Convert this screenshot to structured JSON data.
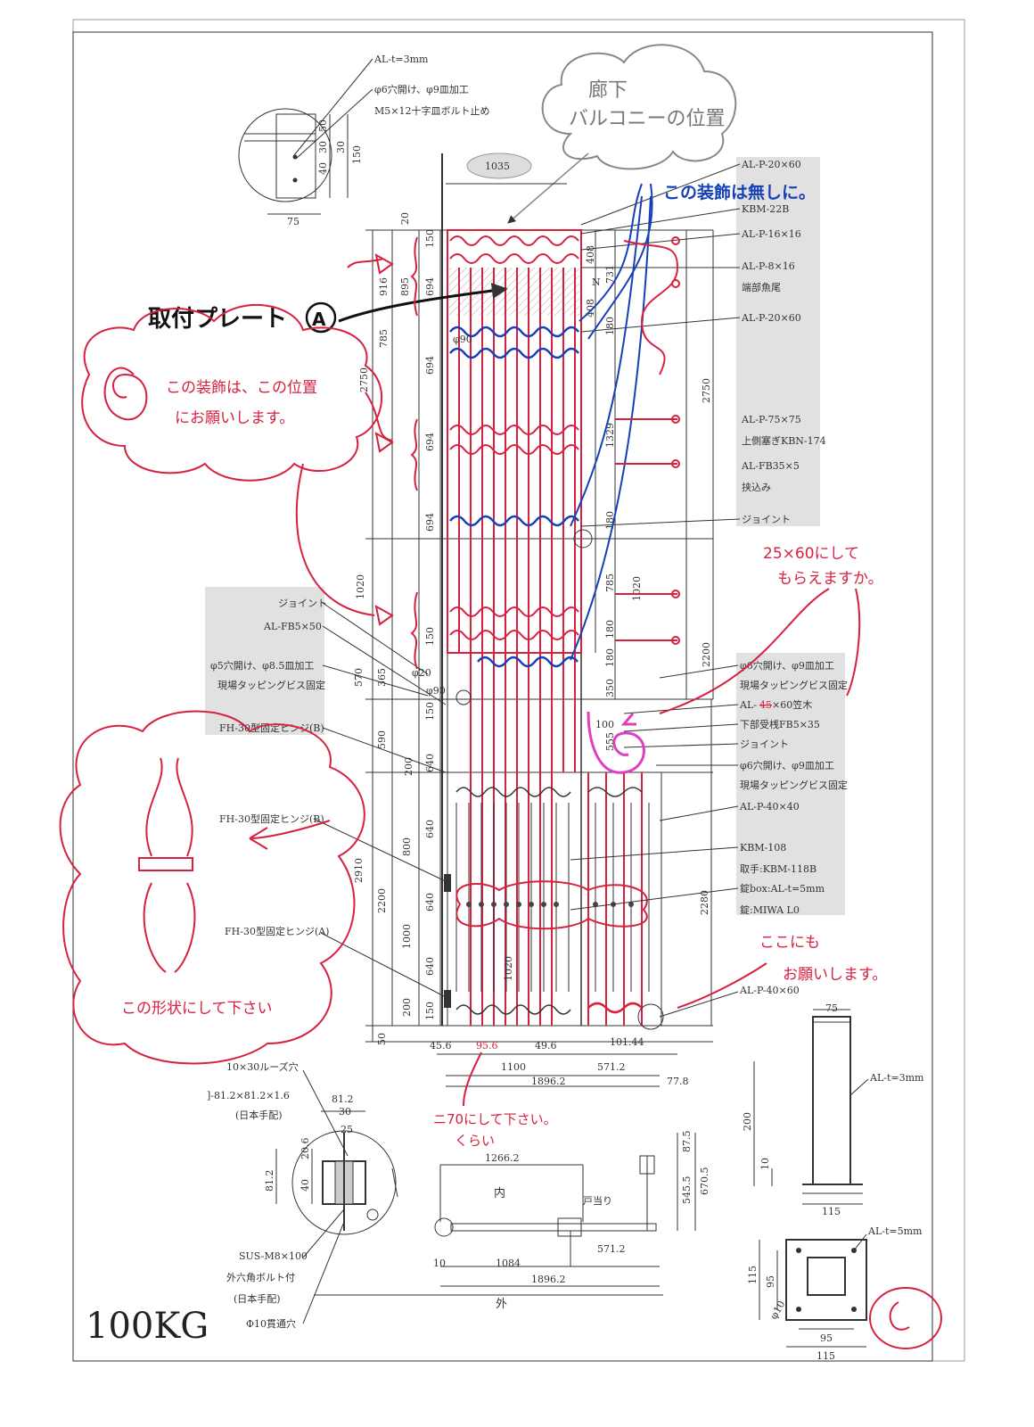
{
  "labels": {
    "top_detail": [
      "AL-t=3mm",
      "φ6穴開け、φ9皿加工",
      "M5×12十字皿ボルト止め"
    ],
    "right_top": [
      "AL-P-20×60",
      "KBM-22B",
      "AL-P-16×16",
      "AL-P-8×16",
      "端部魚尾",
      "AL-P-20×60",
      "AL-P-75×75",
      "上側塞ぎKBN-174",
      "AL-FB35×5",
      "挟込み",
      "ジョイント"
    ],
    "left_mid": [
      "ジョイント",
      "AL-FB5×50",
      "φ5穴開け、φ8.5皿加工",
      "現場タッピングビス固定",
      "FH-30型固定ヒンジ(B)"
    ],
    "right_mid": [
      "φ6穴開け、φ9皿加工",
      "現場タッピングビス固定",
      "AL-",
      "45",
      "×60笠木",
      "下部受桟FB5×35",
      "ジョイント",
      "φ6穴開け、φ9皿加工",
      "現場タッピングビス固定",
      "AL-P-40×40"
    ],
    "right_low": [
      "KBM-108",
      "取手:KBM-118B",
      "錠box:AL-t=5mm",
      "錠:MIWA L0"
    ],
    "left_low": [
      "FH-30型固定ヒンジ(B)",
      "FH-30型固定ヒンジ(A)"
    ],
    "right_bottom": "AL-P-40×60",
    "bottom_left": [
      "10×30ルーズ穴",
      "]-81.2×81.2×1.6",
      "(日本手配)",
      "SUS-M8×100",
      "外六角ボルト付",
      "(日本手配)",
      "Φ10貫通穴"
    ],
    "bottom_right": [
      "AL-t=3mm",
      "AL-t=5mm"
    ],
    "plan": [
      "内",
      "戸当り",
      "外"
    ]
  },
  "dimensions": {
    "top_detail": [
      "50",
      "30",
      "40",
      "30",
      "150",
      "75"
    ],
    "top_span": "1035",
    "left_v": [
      "20",
      "150",
      "916",
      "895",
      "694",
      "785",
      "694",
      "2750",
      "694",
      "694",
      "1020",
      "150",
      "570",
      "365",
      "φ20",
      "φ90",
      "150",
      "590",
      "640",
      "200",
      "2910",
      "640",
      "800",
      "2200",
      "640",
      "1000",
      "640",
      "200",
      "150",
      "50"
    ],
    "inner_v": [
      "408",
      "731",
      "408",
      "φ90",
      "180",
      "N",
      "1329",
      "180",
      "785",
      "1020",
      "180",
      "180",
      "350",
      "100",
      "555"
    ],
    "right_v": [
      "2750",
      "2200",
      "2280"
    ],
    "gate_inner": [
      "1020"
    ],
    "bottom_h": [
      "45.6",
      "95.6",
      "49.6",
      "101.44",
      "1100",
      "571.2",
      "1896.2",
      "77.8"
    ],
    "bottom_left_dims": [
      "81.2",
      "30",
      "25",
      "20.6",
      "81.2",
      "40"
    ],
    "plan_dims": [
      "1266.2",
      "87.5",
      "545.5",
      "670.5",
      "10",
      "1084",
      "571.2",
      "1896.2"
    ],
    "post_dims": [
      "75",
      "200",
      "10",
      "115"
    ],
    "plate_dims": [
      "115",
      "95",
      "φ10",
      "95",
      "115"
    ]
  },
  "handwritten": {
    "cloud_gray": [
      "廊下",
      "バルコニーの位置"
    ],
    "blue_note": "この装飾は無しに。",
    "black_note": "取付プレート",
    "black_note_mark": "A",
    "red_note_1": [
      "この装飾は、この位置",
      "にお願いします。"
    ],
    "red_note_2": [
      "25×60にして",
      "もらえますか。"
    ],
    "red_note_3": "この形状にして下さい",
    "red_note_4": [
      "ここにも",
      "お願いします。"
    ],
    "red_note_5": [
      "ニ70にして下さい。",
      "くらい"
    ]
  },
  "weight": "100KG",
  "colors": {
    "red": "#d8203f",
    "blue": "#1540b8",
    "gray_box": "#e1e1e1",
    "line": "#333333",
    "magenta": "#e040c0"
  }
}
